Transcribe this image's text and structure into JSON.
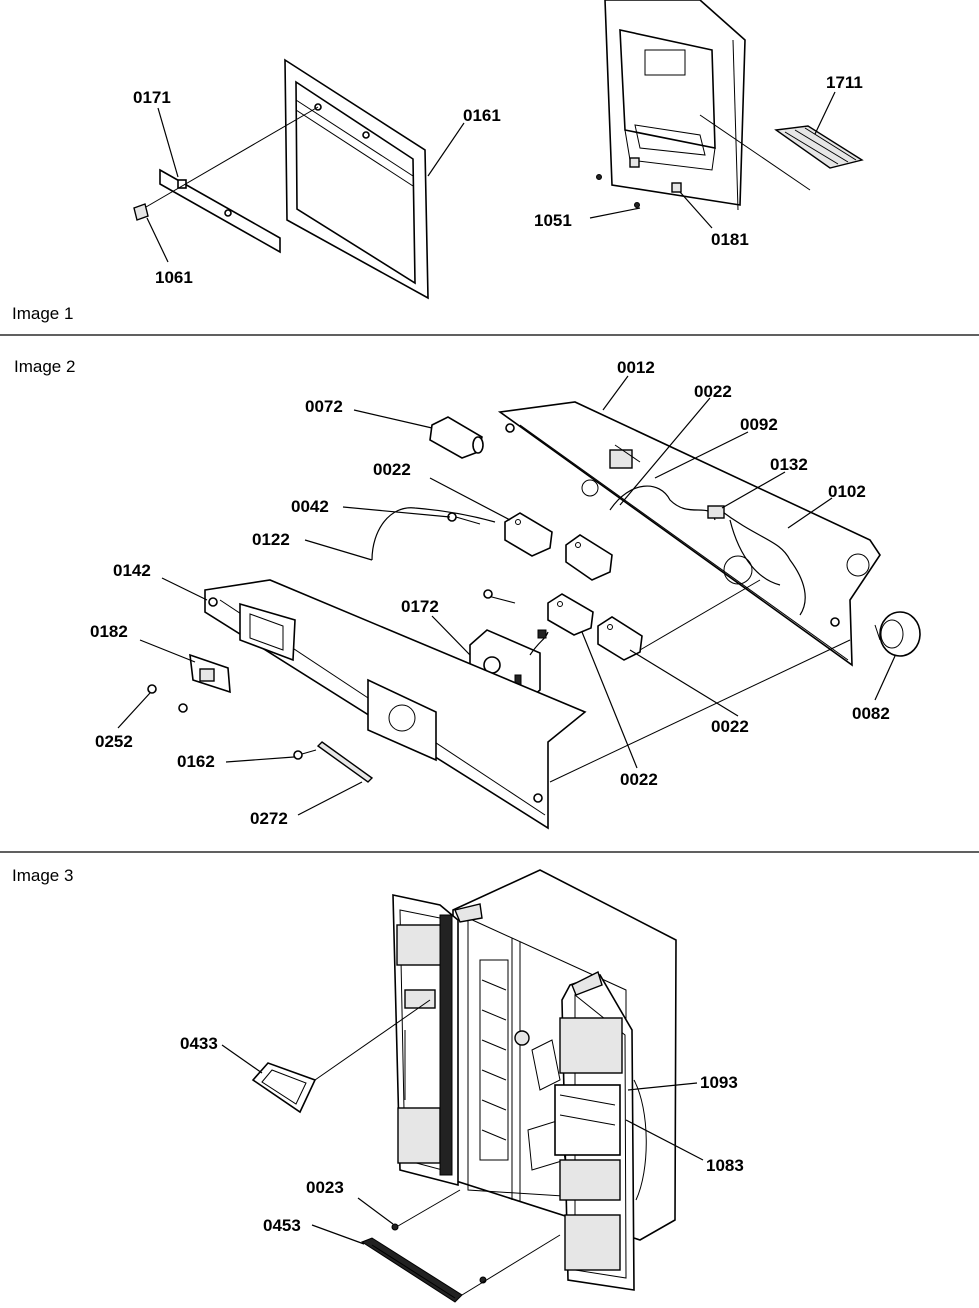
{
  "panels": [
    {
      "title": "Image 1",
      "callouts": [
        "0171",
        "0161",
        "1061",
        "1711",
        "1051",
        "0181"
      ]
    },
    {
      "title": "Image 2",
      "callouts": [
        "0072",
        "0012",
        "0022",
        "0092",
        "0022",
        "0132",
        "0102",
        "0042",
        "0122",
        "0142",
        "0172",
        "0182",
        "0252",
        "0162",
        "0272",
        "0022",
        "0022",
        "0082"
      ]
    },
    {
      "title": "Image 3",
      "callouts": [
        "0433",
        "1093",
        "1083",
        "0023",
        "0453"
      ]
    }
  ]
}
